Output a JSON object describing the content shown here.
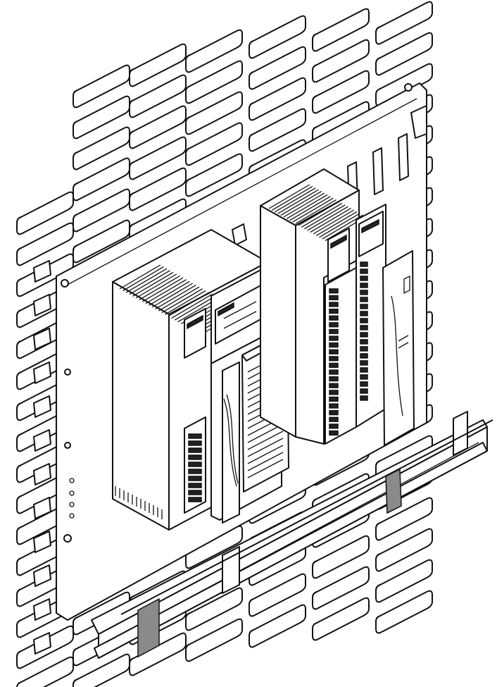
{
  "figure": {
    "description_visible_text": "",
    "colors": {
      "line": "#111111",
      "fill": "#ffffff",
      "dark": "#222222",
      "mid": "#8a8a8a"
    }
  },
  "components": [
    {
      "name": "perforated-mounting-panel"
    },
    {
      "name": "backplane-rack"
    },
    {
      "name": "power-supply-module"
    },
    {
      "name": "processor-module"
    },
    {
      "name": "io-module-left"
    },
    {
      "name": "io-module-right"
    },
    {
      "name": "din-rail"
    }
  ]
}
